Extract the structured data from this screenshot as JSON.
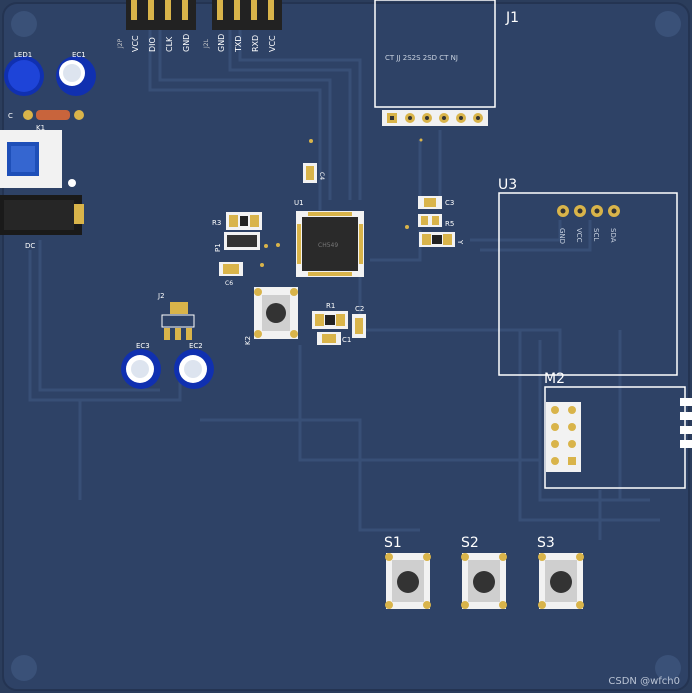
{
  "board": {
    "colors": {
      "substrate": "#2e4266",
      "trace": "#3a5178",
      "silk": "#ffffff",
      "pad": "#d9b44a",
      "pad_dark": "#a88a2a"
    },
    "designators": {
      "j1": "J1",
      "u3": "U3",
      "m2": "M2",
      "s1": "S1",
      "s2": "S2",
      "s3": "S3",
      "u1": "U1",
      "j2": "J2",
      "ec3": "EC3",
      "ec2": "EC2",
      "ec1": "EC1",
      "led1": "LED1",
      "r1": "R1",
      "r3": "R3",
      "r5": "R5",
      "c1": "C1",
      "c2": "C2",
      "c3": "C3",
      "c4": "C4",
      "c6": "C6",
      "p1": "P1",
      "k1": "K1",
      "dc": "DC",
      "y": "Y"
    },
    "header_left_pins": [
      "VCC",
      "DIO",
      "CLK",
      "GND"
    ],
    "header_right_pins": [
      "GND",
      "TXD",
      "RXD",
      "VCC"
    ],
    "u3_pins": [
      "GND",
      "VCC",
      "SCL",
      "SDA"
    ],
    "chip_marking": "CH549",
    "watermark": "CSDN @wfch0"
  }
}
